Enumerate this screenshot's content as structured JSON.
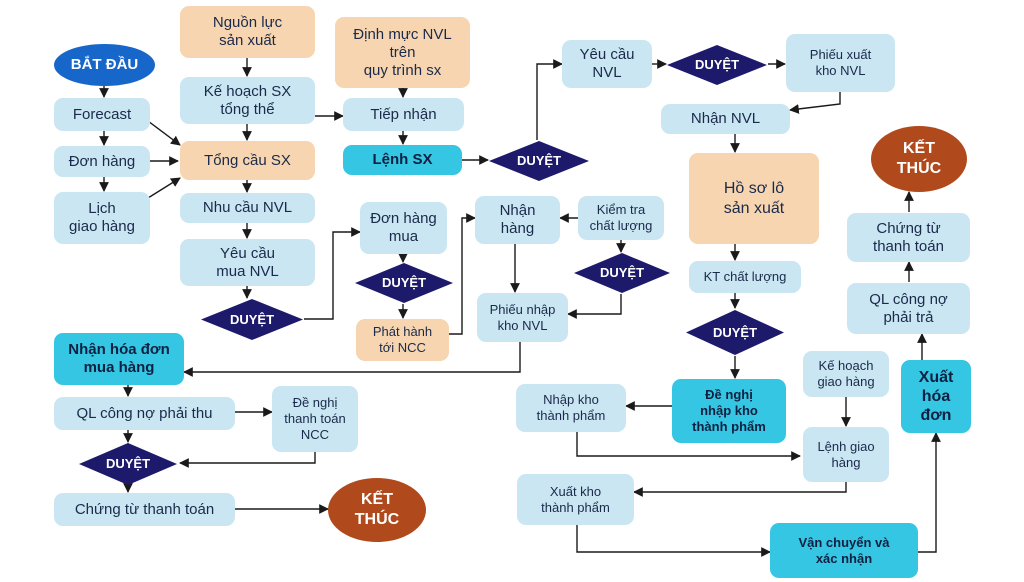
{
  "colors": {
    "light_box": "#c9e6f2",
    "tan_box": "#f6d5b0",
    "cyan_box": "#35c6e4",
    "decision": "#1e1a6b",
    "start": "#1766c9",
    "end": "#b04a1c",
    "connector": "#1a1a1a"
  },
  "nodes": {
    "start": "BẮT ĐẦU",
    "forecast": "Forecast",
    "don_hang": "Đơn hàng",
    "lich_giao_hang": "Lịch\ngiao hàng",
    "nguon_luc": "Nguồn lực\nsản xuất",
    "ke_hoach_sx": "Kế hoạch SX\ntổng thể",
    "tong_cau": "Tổng cầu SX",
    "nhu_cau_nvl": "Nhu cầu NVL",
    "yeu_cau_mua": "Yêu cầu\nmua NVL",
    "duyet_1": "DUYỆT",
    "dinh_muc": "Định mực NVL\ntrên\nquy trình sx",
    "tiep_nhan": "Tiếp nhận",
    "lenh_sx": "Lệnh SX",
    "duyet_2": "DUYỆT",
    "don_hang_mua": "Đơn hàng\nmua",
    "duyet_3": "DUYỆT",
    "phat_hanh": "Phát hành\ntới NCC",
    "nhan_hang": "Nhận\nhàng",
    "kiem_tra": "Kiểm tra\nchất lượng",
    "duyet_4": "DUYỆT",
    "phieu_nhap": "Phiếu nhập\nkho NVL",
    "yeu_cau_nvl": "Yêu cầu\nNVL",
    "duyet_5": "DUYỆT",
    "phieu_xuat": "Phiếu xuất\nkho NVL",
    "nhan_nvl": "Nhận NVL",
    "ho_so": "Hồ sơ lô\nsản xuất",
    "kt_chat_luong": "KT chất lượng",
    "duyet_6": "DUYỆT",
    "de_nghi_nhap": "Đề nghị\nnhập kho\nthành phẩm",
    "nhap_kho_tp": "Nhập kho\nthành phẩm",
    "ke_hoach_gh": "Kế hoạch\ngiao hàng",
    "lenh_giao": "Lệnh giao\nhàng",
    "xuat_kho_tp": "Xuất kho\nthành phẩm",
    "van_chuyen": "Vận chuyển và\nxác nhận",
    "xuat_hoa_don": "Xuất\nhóa\nđơn",
    "ql_phai_tra": "QL công nợ\nphải trả",
    "chung_tu_tt_r": "Chứng từ\nthanh toán",
    "ket_thuc_r": "KẾT\nTHÚC",
    "nhan_hoa_don": "Nhận hóa đơn\nmua hàng",
    "ql_phai_thu": "QL công nợ phải thu",
    "de_nghi_tt": "Đề nghị\nthanh toán\nNCC",
    "duyet_7": "DUYỆT",
    "chung_tu_tt_l": "Chứng từ thanh toán",
    "ket_thuc_l": "KẾT\nTHÚC"
  }
}
